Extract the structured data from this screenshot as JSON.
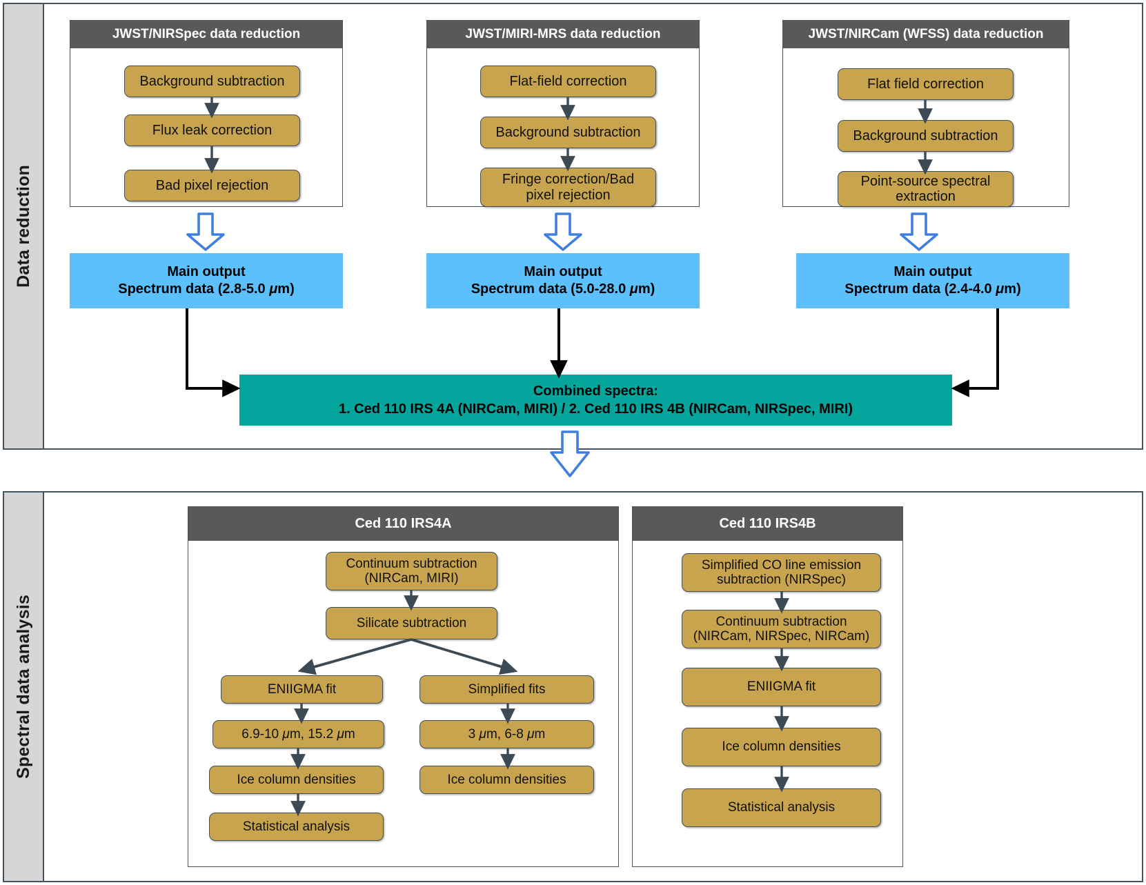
{
  "sections": {
    "data_reduction": {
      "label": "Data reduction"
    },
    "spectral_analysis": {
      "label": "Spectral data analysis"
    }
  },
  "data_reduction_panels": [
    {
      "title": "JWST/NIRSpec data reduction",
      "steps": [
        "Background subtraction",
        "Flux leak correction",
        "Bad pixel rejection"
      ],
      "output": {
        "line1": "Main output",
        "line2_pre": "Spectrum data (2.8-5.0 ",
        "line2_mu": "μ",
        "line2_post": "m)"
      }
    },
    {
      "title": "JWST/MIRI-MRS data reduction",
      "steps": [
        "Flat-field correction",
        "Background subtraction",
        "Fringe correction/Bad pixel rejection"
      ],
      "output": {
        "line1": "Main output",
        "line2_pre": "Spectrum data (5.0-28.0 ",
        "line2_mu": "μ",
        "line2_post": "m)"
      }
    },
    {
      "title": "JWST/NIRCam (WFSS) data reduction",
      "steps": [
        "Flat field correction",
        "Background subtraction",
        "Point-source spectral extraction"
      ],
      "output": {
        "line1": "Main output",
        "line2_pre": "Spectrum data (2.4-4.0 ",
        "line2_mu": "μ",
        "line2_post": "m)"
      }
    }
  ],
  "combined": {
    "line1": "Combined spectra:",
    "line2": "1. Ced 110 IRS 4A (NIRCam, MIRI) / 2. Ced 110 IRS 4B (NIRCam, NIRSpec, MIRI)"
  },
  "analysis_panels": {
    "irs4a": {
      "title": "Ced 110 IRS4A",
      "continuum": "Continuum subtraction\n(NIRCam, MIRI)",
      "silicate": "Silicate subtraction",
      "left_branch": {
        "fit": "ENIIGMA fit",
        "range_pre": "6.9-10 ",
        "range_mu1": "μ",
        "range_mid": "m, 15.2 ",
        "range_mu2": "μ",
        "range_post": "m",
        "densities": "Ice column densities",
        "stats": "Statistical analysis"
      },
      "right_branch": {
        "fit": "Simplified fits",
        "range_pre": "3 ",
        "range_mu1": "μ",
        "range_mid": "m, 6-8 ",
        "range_mu2": "μ",
        "range_post": "m",
        "densities": "Ice column densities"
      }
    },
    "irs4b": {
      "title": "Ced 110 IRS4B",
      "steps": [
        "Simplified CO line emission\nsubtraction (NIRSpec)",
        "Continuum subtraction\n(NIRCam, NIRSpec, NIRCam)",
        "ENIIGMA fit",
        "Ice column densities",
        "Statistical analysis"
      ]
    }
  },
  "colors": {
    "process_box": "#c8a44f",
    "panel_header": "#595959",
    "main_output": "#5bc0fb",
    "combined": "#04a59c",
    "sidebar": "#d6d6d6",
    "arrow_blue": "#3f7fe0",
    "arrow_dark": "#3c4a55",
    "border": "#44525c"
  }
}
